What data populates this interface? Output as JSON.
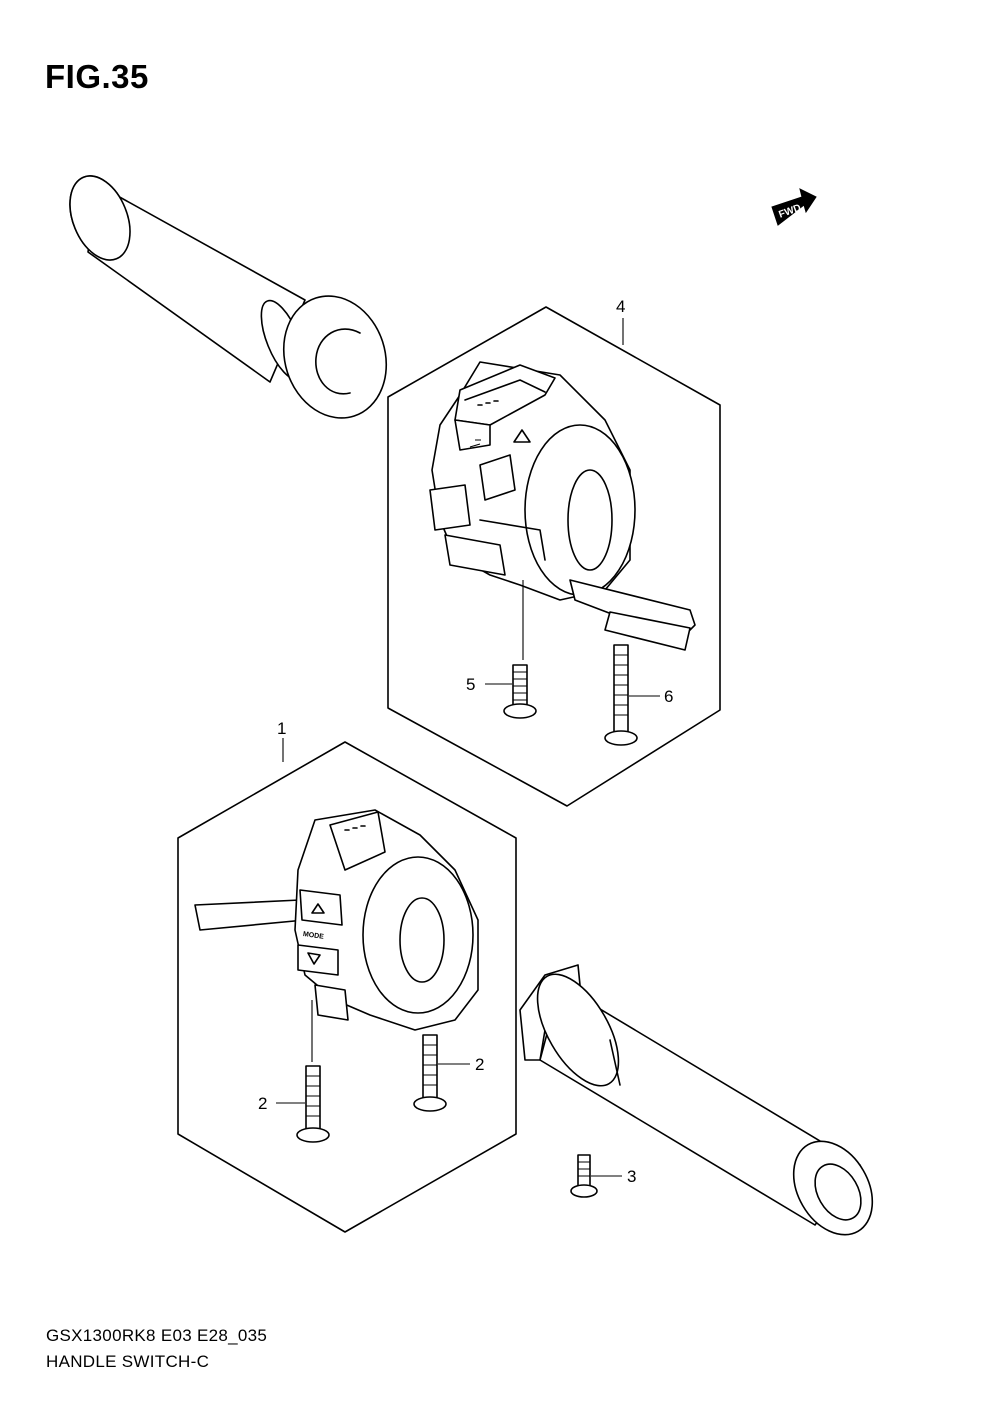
{
  "figure": {
    "title": "FIG.35"
  },
  "fwd_label": "FWD",
  "callouts": {
    "part_1": "1",
    "part_2a": "2",
    "part_2b": "2",
    "part_3": "3",
    "part_4": "4",
    "part_5": "5",
    "part_6": "6"
  },
  "switch_labels": {
    "mode": "MODE"
  },
  "footer": {
    "model_code": "GSX1300RK8 E03 E28_035",
    "section_name": "HANDLE SWITCH-C"
  }
}
